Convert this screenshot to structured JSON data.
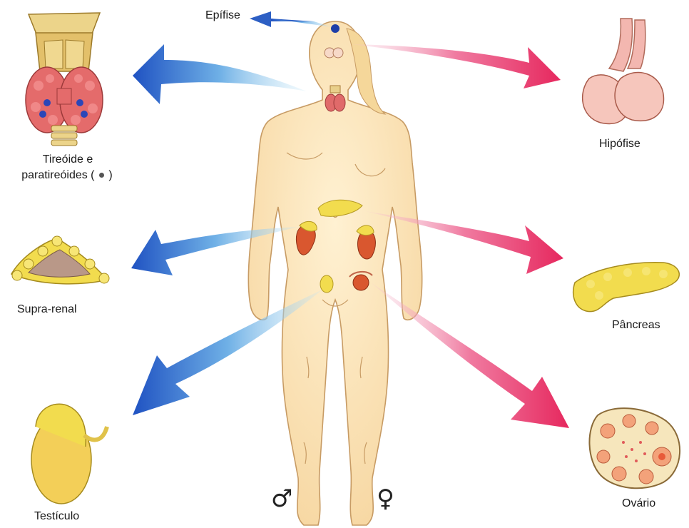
{
  "labels": {
    "epifise": "Epífise",
    "hipofise": "Hipófise",
    "tireoide_line1": "Tireóide e",
    "tireoide_line2": "paratireóides (",
    "tireoide_line2_end": ")",
    "suprarrenal": "Supra-renal",
    "pancreas": "Pâncreas",
    "testiculo": "Testículo",
    "ovario": "Ovário"
  },
  "symbols": {
    "male": "♂",
    "female": "♀"
  },
  "colors": {
    "skin": "#fbe4b4",
    "skin_outline": "#c9a06a",
    "male_arrow": "#2d5fc4",
    "female_arrow": "#e8336b",
    "gland_yellow": "#f2dc4e",
    "kidney": "#d9572f",
    "thyroid_red": "#e06a6a",
    "pituitary_pink": "#f3b7b0"
  }
}
